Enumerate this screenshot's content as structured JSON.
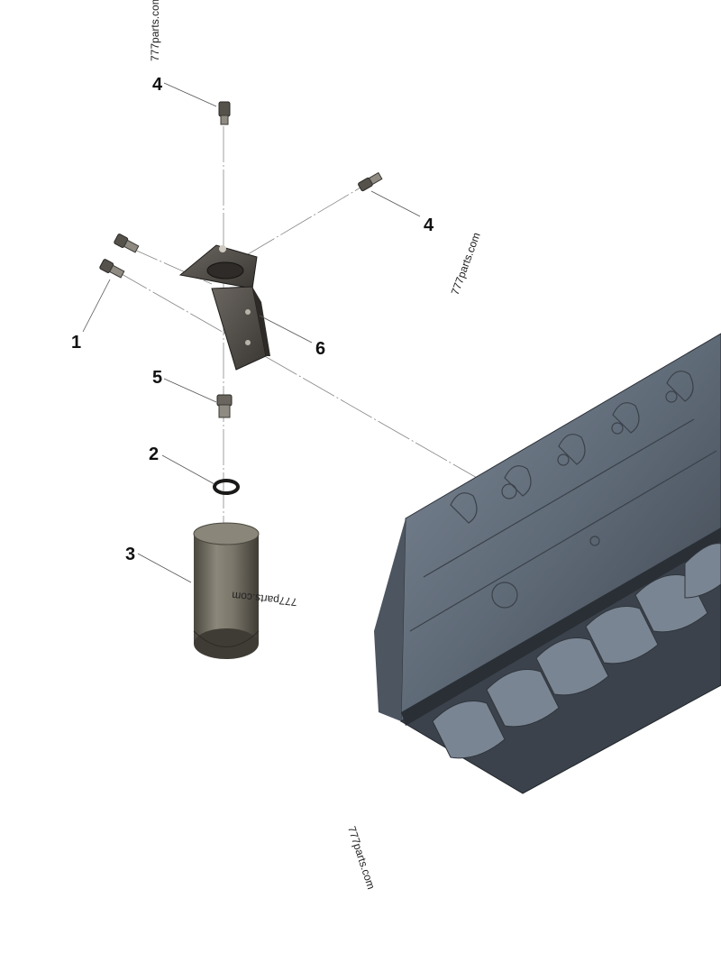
{
  "callouts": {
    "c1": "1",
    "c2": "2",
    "c3": "3",
    "c4a": "4",
    "c4b": "4",
    "c5": "5",
    "c6": "6"
  },
  "watermarks": {
    "top": "777parts.com",
    "right": "777parts.com",
    "filter": "777parts.com",
    "bottom": "777parts.com"
  },
  "colors": {
    "engine_block": "#5d6875",
    "bracket": "#4d4945",
    "filter": "#6f6b5f"
  }
}
